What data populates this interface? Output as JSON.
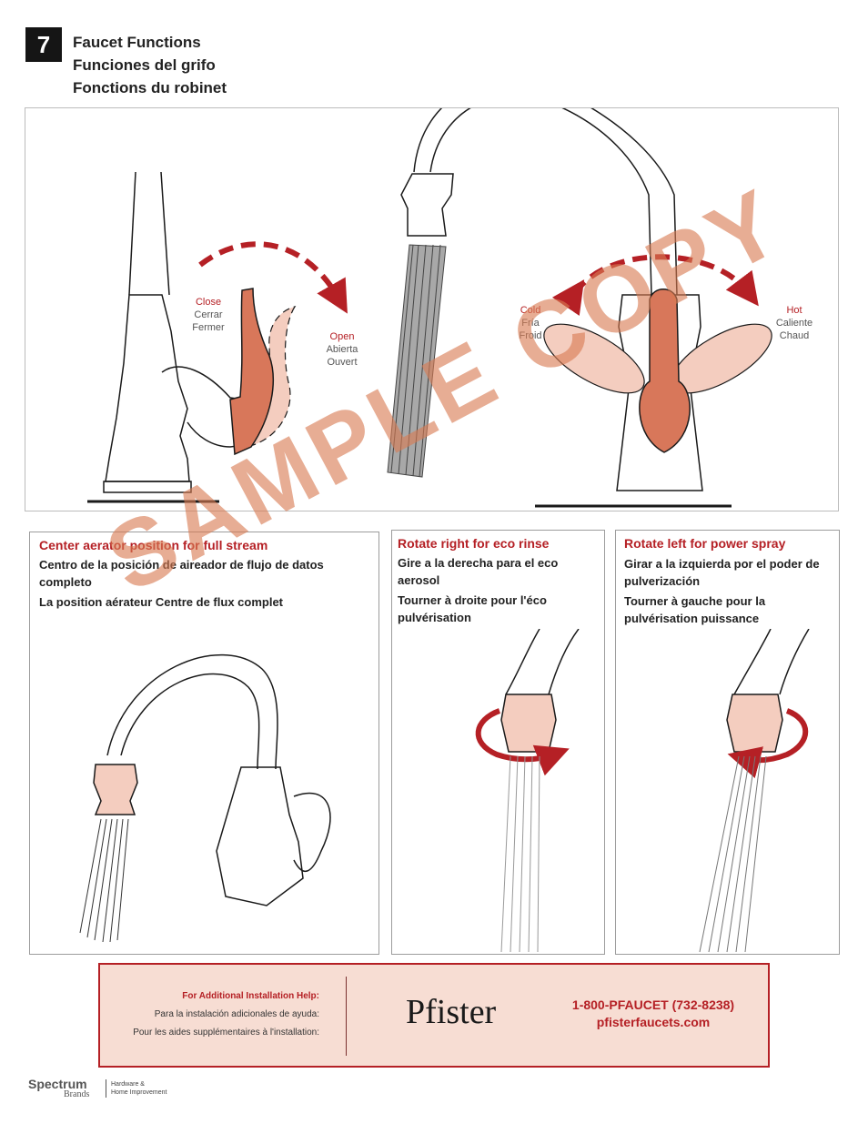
{
  "step": {
    "number": "7",
    "titles": [
      "Faucet Functions",
      "Funciones del grifo",
      "Fonctions du robinet"
    ]
  },
  "handle_labels": {
    "close": {
      "en": "Close",
      "es": "Cerrar",
      "fr": "Fermer"
    },
    "open": {
      "en": "Open",
      "es": "Abierta",
      "fr": "Ouvert"
    },
    "cold": {
      "en": "Cold",
      "es": "Fría",
      "fr": "Froid"
    },
    "hot": {
      "en": "Hot",
      "es": "Caliente",
      "fr": "Chaud"
    }
  },
  "panels": [
    {
      "title": "Center aerator position for full stream",
      "es": "Centro de la posición de aireador de flujo de datos completo",
      "fr": "La position aérateur Centre de flux complet"
    },
    {
      "title": "Rotate right for eco rinse",
      "es": "Gire a la derecha para el eco aerosol",
      "fr": "Tourner à droite pour l'éco pulvérisation"
    },
    {
      "title": "Rotate left for power spray",
      "es": "Girar a la izquierda por el poder de pulverización",
      "fr": "Tourner à gauche pour la pulvérisation puissance"
    }
  ],
  "help": {
    "en": "For Additional Installation Help:",
    "es": "Para la instalación adicionales de ayuda:",
    "fr": "Pour les aides supplémentaires à l'installation:",
    "brand": "Pfister",
    "phone": "1-800-PFAUCET (732-8238)",
    "website": "pfisterfaucets.com"
  },
  "watermark": "SAMPLE COPY",
  "footer": {
    "logo": "Spectrum",
    "logo_sub": "Brands",
    "division_line1": "Hardware &",
    "division_line2": "Home Improvement"
  },
  "colors": {
    "accent_red": "#b52025",
    "handle_fill": "#d8775a",
    "light_handle_fill": "#f4cdbf",
    "help_background": "#f7ddd3",
    "watermark": "#d87a52"
  },
  "icons": [
    "rotate-arrow-icon",
    "double-arrow-icon",
    "faucet-illustration",
    "spray-stream-illustration"
  ]
}
